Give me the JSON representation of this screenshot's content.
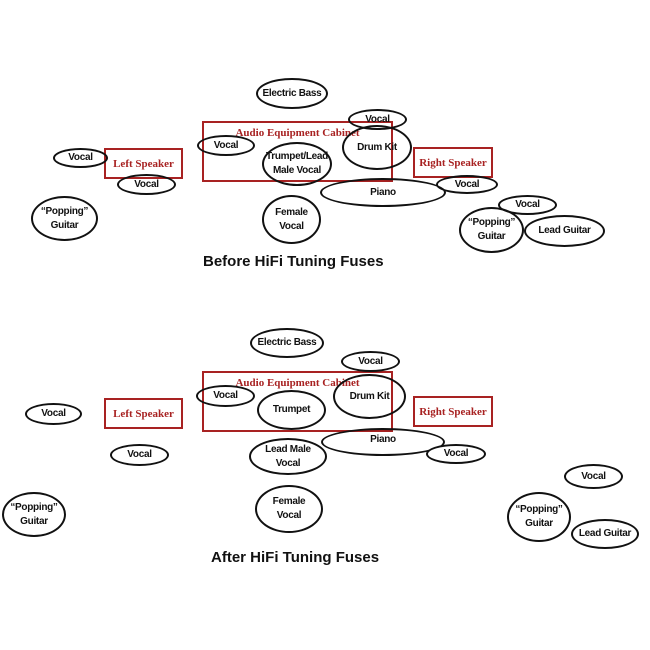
{
  "before": {
    "caption": "Before HiFi Tuning Fuses",
    "boxes": {
      "cabinet": "Audio Equipment Cabinet",
      "left_speaker": "Left Speaker",
      "right_speaker": "Right Speaker"
    },
    "instruments": {
      "electric_bass": "Electric Bass",
      "vocal_top": "Vocal",
      "vocal_left_outer": "Vocal",
      "vocal_left_inner": "Vocal",
      "vocal_cabinet": "Vocal",
      "trumpet_lead_male": "Trumpet/Lead\nMale Vocal",
      "drum_kit": "Drum Kit",
      "piano": "Piano",
      "vocal_right": "Vocal",
      "vocal_far_right": "Vocal",
      "popping_guitar_left": "“Popping”\nGuitar",
      "female_vocal": "Female\nVocal",
      "popping_guitar_right": "“Popping”\nGuitar",
      "lead_guitar": "Lead Guitar"
    }
  },
  "after": {
    "caption": "After HiFi Tuning Fuses",
    "boxes": {
      "cabinet": "Audio Equipment Cabinet",
      "left_speaker": "Left Speaker",
      "right_speaker": "Right Speaker"
    },
    "instruments": {
      "electric_bass": "Electric Bass",
      "vocal_top": "Vocal",
      "vocal_cabinet": "Vocal",
      "trumpet": "Trumpet",
      "drum_kit": "Drum Kit",
      "vocal_far_left": "Vocal",
      "vocal_left": "Vocal",
      "lead_male_vocal": "Lead Male\nVocal",
      "piano": "Piano",
      "vocal_right": "Vocal",
      "vocal_far_right": "Vocal",
      "popping_guitar_left": "“Popping”\nGuitar",
      "female_vocal": "Female\nVocal",
      "popping_guitar_right": "“Popping”\nGuitar",
      "lead_guitar": "Lead Guitar"
    }
  }
}
